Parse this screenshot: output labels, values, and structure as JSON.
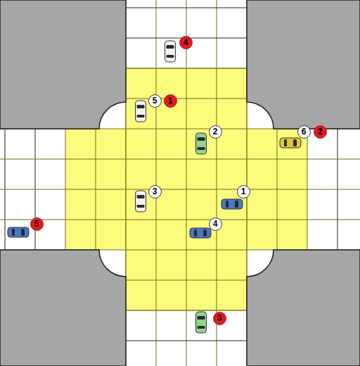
{
  "diagram": {
    "labels": [
      "4",
      "5",
      "1",
      "2",
      "6",
      "2",
      "3",
      "1",
      "5",
      "4",
      "3"
    ]
  }
}
